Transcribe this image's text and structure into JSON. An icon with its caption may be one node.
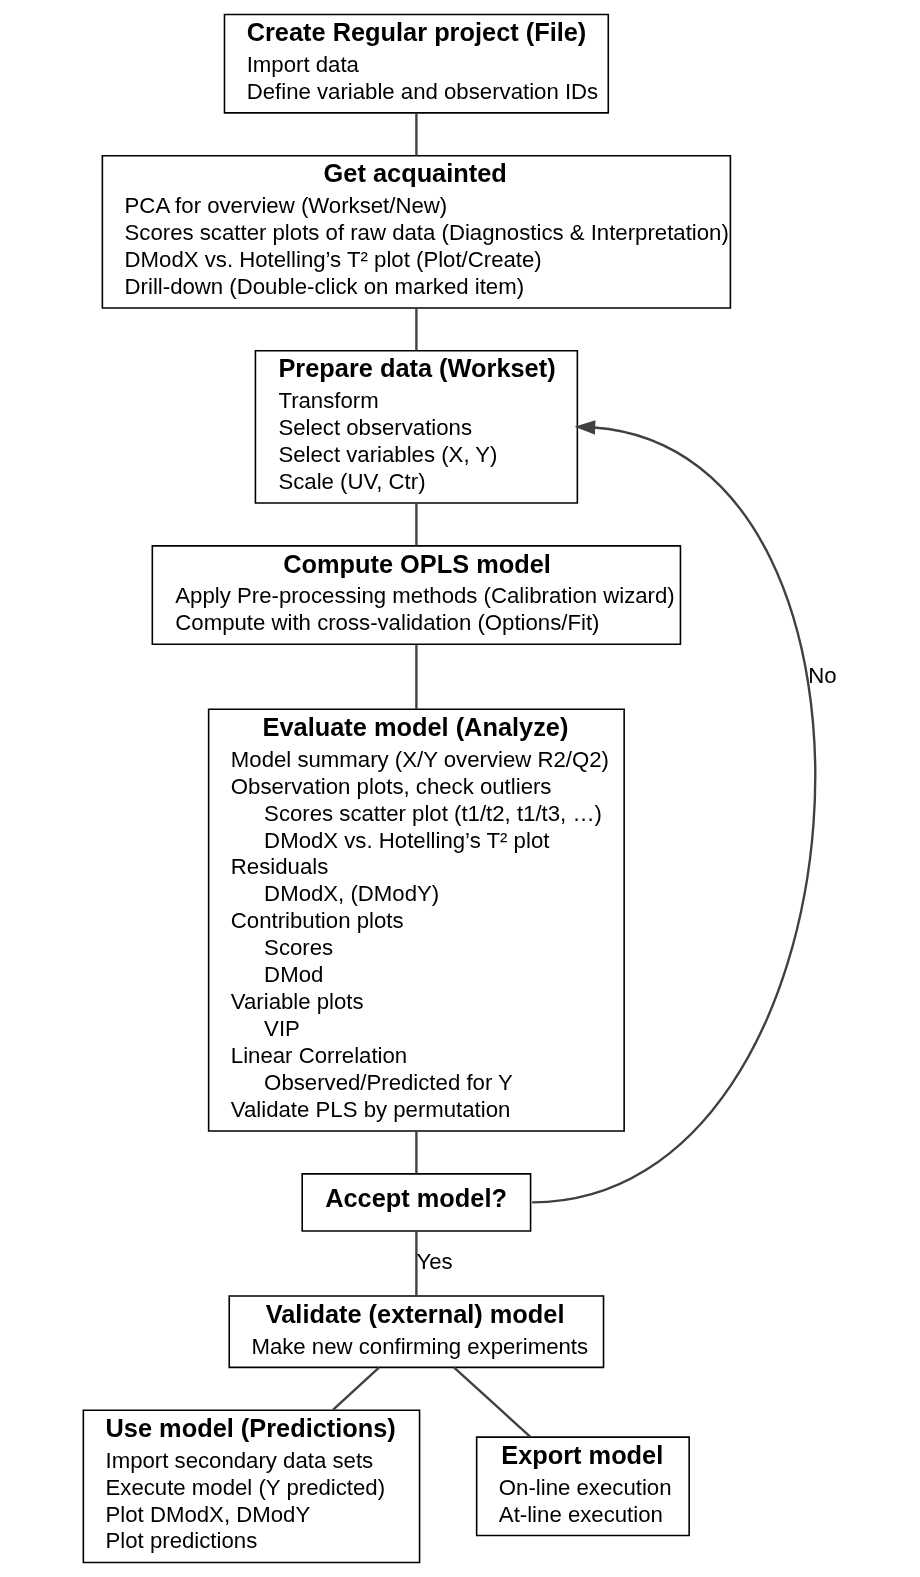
{
  "diagram": {
    "nodes": [
      {
        "text": [
          "Create Regular project (File)",
          "Import data",
          "Define variable and observation IDs"
        ]
      },
      {
        "text": [
          "Get acquainted",
          "PCA for overview (Workset/New)",
          "Scores scatter plots of raw data (Diagnostics & Interpretation)",
          "DModX vs. Hotelling’s T² plot (Plot/Create)",
          "Drill-down (Double-click on marked item)"
        ]
      },
      {
        "text": [
          "Prepare data (Workset)",
          "Transform",
          "Select observations",
          "Select variables (X, Y)",
          "Scale (UV, Ctr)"
        ]
      },
      {
        "text": [
          "Compute OPLS model",
          "Apply Pre-processing methods (Calibration wizard)",
          "Compute with cross-validation (Options/Fit)"
        ]
      },
      {
        "text": [
          "Evaluate model (Analyze)",
          "Model summary (X/Y overview R2/Q2)",
          "Observation plots, check outliers",
          "Scores scatter plot (t1/t2, t1/t3, …)",
          "DModX vs. Hotelling’s T² plot",
          "Residuals",
          "DModX, (DModY)",
          "Contribution plots",
          "Scores",
          "DMod",
          "Variable plots",
          "VIP",
          "Linear Correlation",
          "Observed/Predicted for Y",
          "Validate PLS by permutation"
        ]
      },
      {
        "text": [
          "Accept model?"
        ]
      },
      {
        "text": [
          "Validate (external) model",
          "Make new confirming experiments"
        ]
      },
      {
        "text": [
          "Use model (Predictions)",
          "Import secondary data sets",
          "Execute model (Y predicted)",
          "Plot DModX, DModY",
          "Plot predictions"
        ]
      },
      {
        "text": [
          "Export model",
          "On-line execution",
          "At-line execution"
        ]
      }
    ],
    "edges": [
      {
        "from": 0,
        "to": 1,
        "arrow": "none"
      },
      {
        "from": 1,
        "to": 2,
        "arrow": "none"
      },
      {
        "from": 2,
        "to": 3,
        "arrow": "none"
      },
      {
        "from": 3,
        "to": 4,
        "arrow": "none"
      },
      {
        "from": 4,
        "to": 5,
        "arrow": "none"
      },
      {
        "from": 5,
        "to": 2,
        "arrow": "to",
        "label": "No"
      },
      {
        "from": 5,
        "to": 6,
        "arrow": "none",
        "label": "Yes"
      },
      {
        "from": 6,
        "to": 7,
        "arrow": "none"
      },
      {
        "from": 6,
        "to": 8,
        "arrow": "none"
      }
    ]
  }
}
